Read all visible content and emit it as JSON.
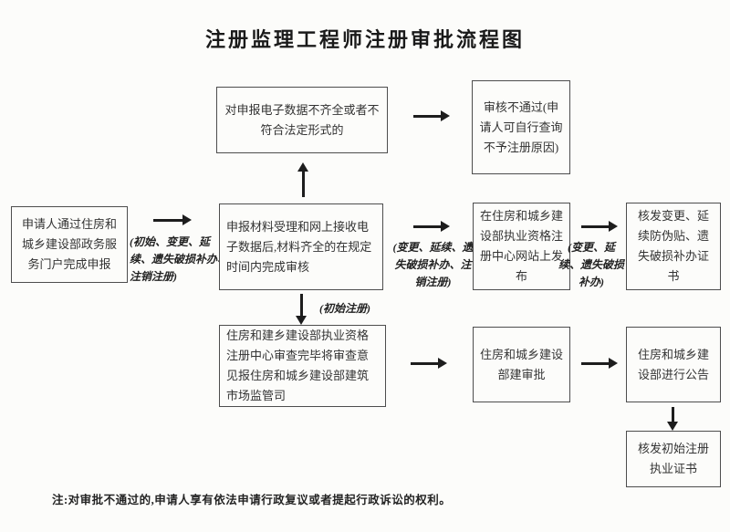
{
  "title": "注册监理工程师注册审批流程图",
  "boxes": {
    "electronic_data_incomplete": "对申报电子数据不齐全或者不符合法定形式的",
    "review_not_passed": "审核不通过(申请人可自行查询不予注册原因)",
    "applicant_declare": "申请人通过住房和城乡建设部政务服务门户完成申报",
    "material_accept_review": "申报材料受理和网上接收电子数据后,材料齐全的在规定时间内完成审核",
    "publish_on_website": "在住房和城乡建设部执业资格注册中心网站上发布",
    "issue_change_certificates": "核发变更、延续防伪贴、遗失破损补办证书",
    "center_review_report": "住房和建乡建设部执业资格注册中心审查完毕将审查意见报住房和城乡建设部建筑市场监管司",
    "ministry_approve": "住房和城乡建设部建审批",
    "ministry_announce": "住房和城乡建设部进行公告",
    "issue_initial_certificate": "核发初始注册执业证书"
  },
  "arrow_labels": {
    "declare_types": "(初始、变更、延续、遗失破损补办、注销注册)",
    "publish_types": "(变更、延续、遗失破损补办、注销注册)",
    "issue_types": "(变更、延续、遗失破损补办)",
    "initial_registration": "(初始注册)"
  },
  "note": "注:对审批不通过的,申请人享有依法申请行政复议或者提起行政诉讼的权利。",
  "colors": {
    "background": "#fcfcfa",
    "box_border": "#4d4d4d",
    "text": "#333333",
    "arrow": "#1d1d1d"
  }
}
